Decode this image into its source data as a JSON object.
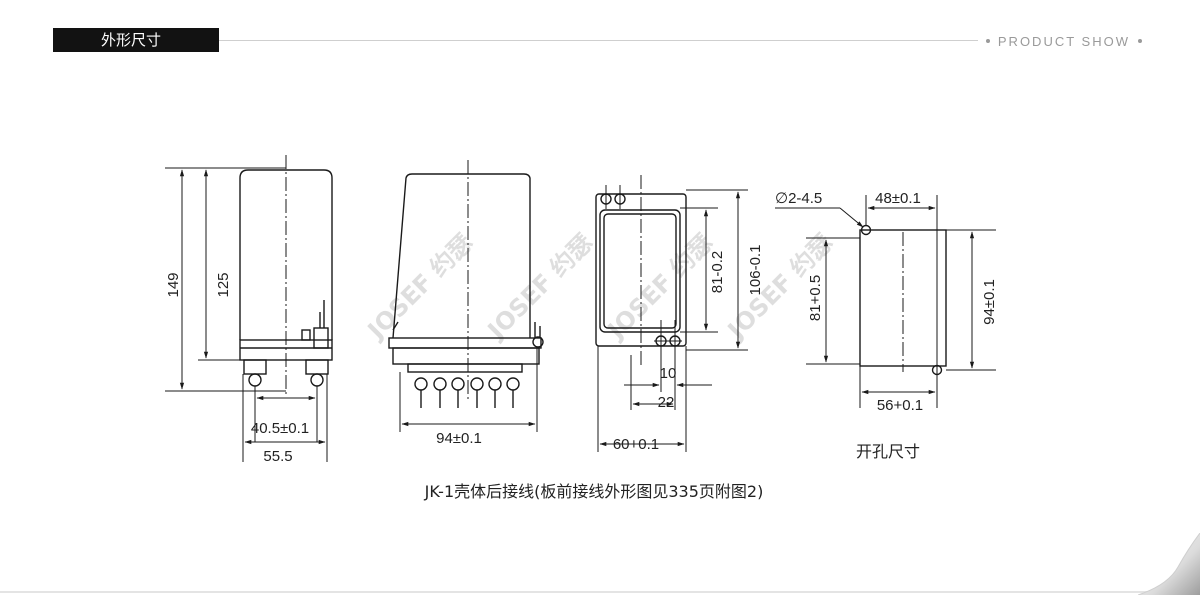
{
  "header": {
    "section_title": "外形尺寸",
    "product_show": "PRODUCT SHOW"
  },
  "figures": {
    "side_view": {
      "height_total": "149",
      "height_body": "125",
      "pin_pitch": "40.5±0.1",
      "base_width": "55.5"
    },
    "front_view": {
      "width": "94±0.1"
    },
    "panel_view": {
      "inner_height": "81-0.2",
      "outer_height": "106-0.1",
      "pin_pitch_small": "10",
      "pin_pitch_large": "22",
      "width": "60+0.1"
    },
    "cutout": {
      "hole": "∅2-4.5",
      "hole_spacing": "48±0.1",
      "height_inner": "81+0.5",
      "height_outer": "94±0.1",
      "width": "56+0.1",
      "title": "开孔尺寸"
    }
  },
  "caption": "JK-1壳体后接线(板前接线外形图见335页附图2)",
  "watermark": "JOSEF 约瑟",
  "colors": {
    "line": "#1a1a1a",
    "watermark": "#d9d9d9",
    "header_bg": "#121212",
    "accent_gray": "#9a9a9a"
  }
}
